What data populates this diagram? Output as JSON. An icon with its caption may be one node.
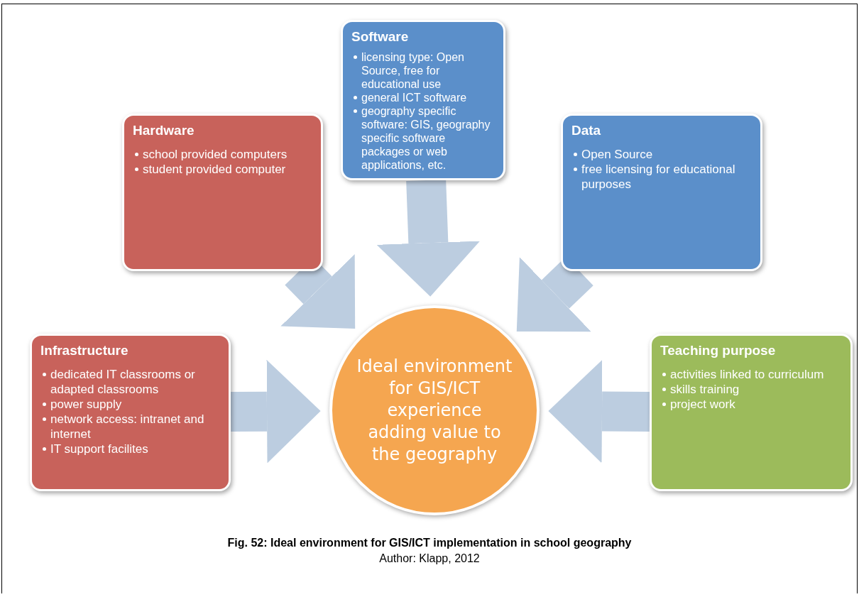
{
  "diagram": {
    "caption": "Fig. 52: Ideal environment for GIS/ICT implementation in school geography",
    "nodes": [
      {
        "text": [
          "Software",
          "licensing type: Open Source, free for educational use",
          "general ICT software",
          "geography specific software: GIS, geography specific software packages or web applications, etc."
        ]
      },
      {
        "text": [
          "Hardware",
          "school provided computers",
          "student provided computer"
        ]
      },
      {
        "text": [
          "Data",
          "Open Source",
          "free licensing for educational purposes"
        ]
      },
      {
        "text": [
          "Infrastructure",
          "dedicated IT classrooms or adapted classrooms",
          "power supply",
          "network access: intranet and internet",
          "IT support facilites"
        ]
      },
      {
        "text": [
          "Ideal environment for GIS/ICT experience adding value to the geography"
        ]
      },
      {
        "text": [
          "Teaching purpose",
          "activities linked to curriculum",
          "skills training",
          "project work"
        ]
      }
    ],
    "edges": [
      {
        "from": 1,
        "to": 4,
        "arrow": "to"
      },
      {
        "from": 0,
        "to": 4,
        "arrow": "to"
      },
      {
        "from": 2,
        "to": 4,
        "arrow": "to"
      },
      {
        "from": 3,
        "to": 4,
        "arrow": "to"
      },
      {
        "from": 5,
        "to": 4,
        "arrow": "to"
      }
    ],
    "labels": [
      "Author: Klapp, 2012"
    ]
  }
}
